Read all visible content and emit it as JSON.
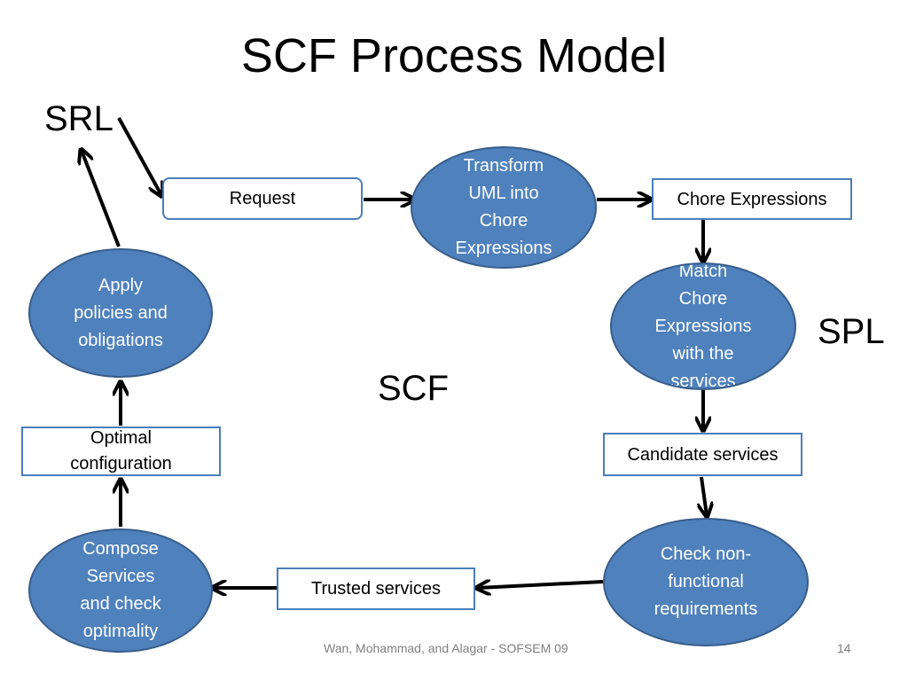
{
  "title": "SCF Process Model",
  "labels": {
    "srl": "SRL",
    "spl": "SPL",
    "scf": "SCF"
  },
  "boxes": {
    "request": "Request",
    "chore_expressions": "Chore Expressions",
    "candidate_services": "Candidate services",
    "trusted_services": "Trusted services",
    "optimal_configuration": "Optimal\nconfiguration"
  },
  "ovals": {
    "transform": "Transform\nUML into\nChore\nExpressions",
    "match": "Match\nChore\nExpressions\nwith the\nservices",
    "check": "Check non-\nfunctional\nrequirements",
    "compose": "Compose\nServices\nand check\noptimality",
    "apply": "Apply\npolicies and\nobligations"
  },
  "footer": {
    "credit": "Wan, Mohammad, and Alagar - SOFSEM 09",
    "page": "14"
  },
  "colors": {
    "oval_fill": "#4f81bd",
    "oval_border": "#385d8a",
    "box_border": "#4a7ebb",
    "arrow": "#000000"
  }
}
